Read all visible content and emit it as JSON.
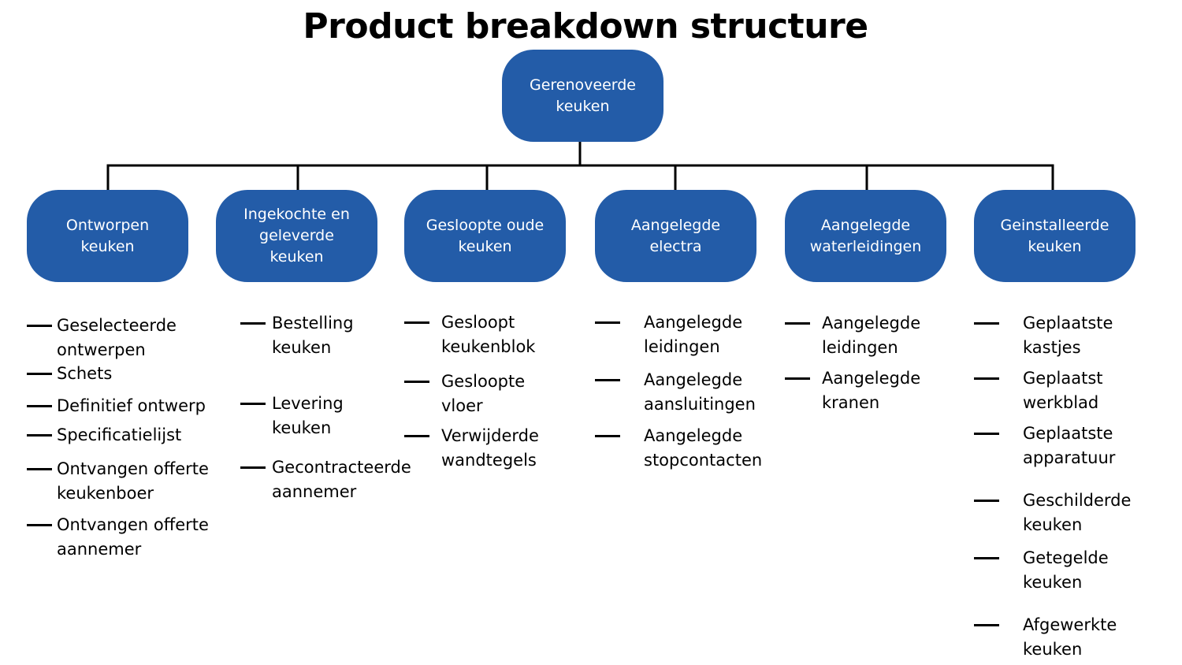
{
  "title": "Product breakdown structure",
  "colors": {
    "node_fill": "#235CA8",
    "node_text": "#FFFFFF",
    "connector": "#000000",
    "text": "#000000"
  },
  "root": {
    "label": "Gerenoveerde\nkeuken"
  },
  "branches": [
    {
      "label": "Ontworpen\nkeuken",
      "items": [
        "Geselecteerde\nontwerpen",
        "Schets",
        "Definitief ontwerp",
        "Specificatielijst",
        "Ontvangen offerte\nkeukenboer",
        "Ontvangen offerte\naannemer"
      ]
    },
    {
      "label": "Ingekochte en\ngeleverde\nkeuken",
      "items": [
        "Bestelling\nkeuken",
        "Levering\nkeuken",
        "Gecontracteerde\naannemer"
      ]
    },
    {
      "label": "Gesloopte oude\nkeuken",
      "items": [
        "Gesloopt\nkeukenblok",
        "Gesloopte\nvloer",
        "Verwijderde\nwandtegels"
      ]
    },
    {
      "label": "Aangelegde\nelectra",
      "items": [
        "Aangelegde\nleidingen",
        "Aangelegde\naansluitingen",
        "Aangelegde\nstopcontacten"
      ]
    },
    {
      "label": "Aangelegde\nwaterleidingen",
      "items": [
        "Aangelegde\nleidingen",
        "Aangelegde\nkranen"
      ]
    },
    {
      "label": "Geinstalleerde\nkeuken",
      "items": [
        "Geplaatste\nkastjes",
        "Geplaatst\nwerkblad",
        "Geplaatste\napparatuur",
        "Geschilderde\nkeuken",
        "Getegelde\nkeuken",
        "Afgewerkte\nkeuken"
      ]
    }
  ]
}
